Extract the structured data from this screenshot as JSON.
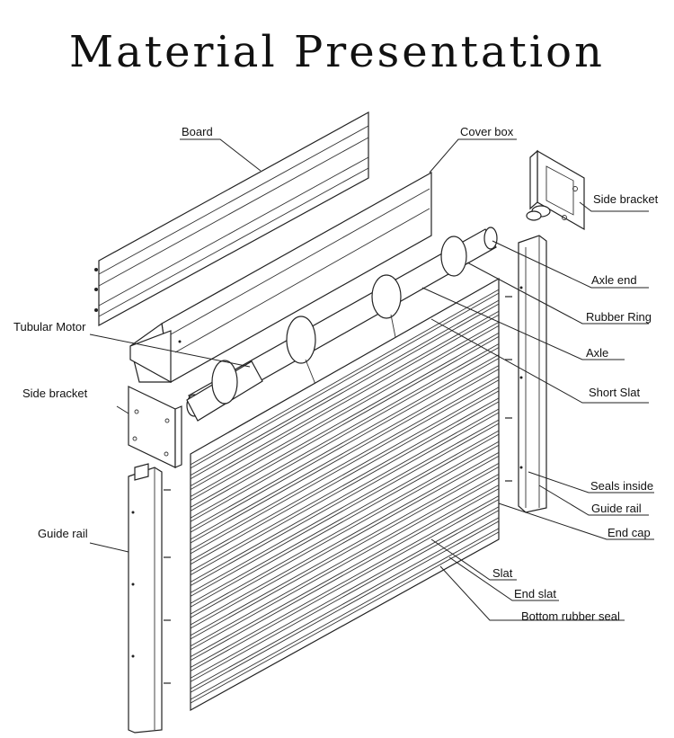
{
  "title": "Material Presentation",
  "labels": {
    "board": "Board",
    "cover_box": "Cover box",
    "side_bracket_right": "Side bracket",
    "tubular_motor": "Tubular Motor",
    "axle_end": "Axle end",
    "rubber_ring": "Rubber Ring",
    "side_bracket_left": "Side bracket",
    "axle": "Axle",
    "short_slat": "Short Slat",
    "guide_rail_left": "Guide rail",
    "seals_inside": "Seals inside",
    "guide_rail_right": "Guide rail",
    "end_cap": "End cap",
    "slat": "Slat",
    "end_slat": "End slat",
    "bottom_rubber_seal": "Bottom rubber seal"
  },
  "colors": {
    "line": "#222222",
    "background": "#ffffff"
  }
}
